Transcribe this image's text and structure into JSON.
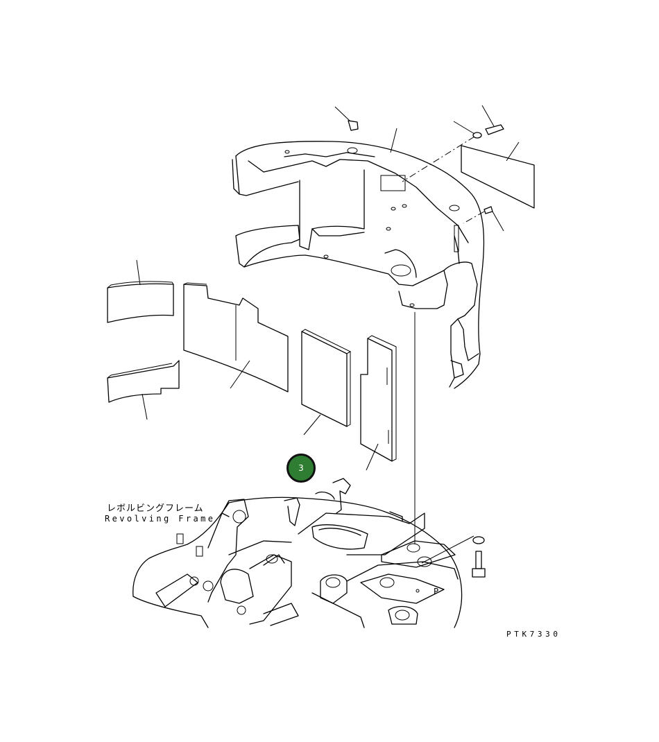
{
  "diagram": {
    "frame_label_jp": "レボルビングフレーム",
    "frame_label_en": "Revolving Frame",
    "drawing_code": "PTK7330",
    "callout_number": "3",
    "callout_color": "#2e7d32"
  }
}
